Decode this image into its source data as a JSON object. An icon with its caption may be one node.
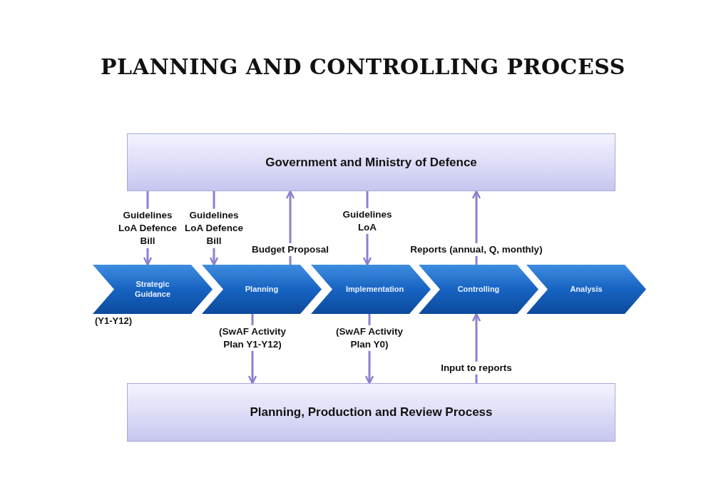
{
  "diagram": {
    "title": "PLANNING AND CONTROLLING PROCESS",
    "nodes": [
      {
        "text": [
          "Government and Ministry of Defence"
        ]
      },
      {
        "text": [
          "Strategic Guidance"
        ],
        "beside": [
          "(Y1-Y12)"
        ]
      },
      {
        "text": [
          "Planning"
        ]
      },
      {
        "text": [
          "Implementation"
        ]
      },
      {
        "text": [
          "Controlling"
        ]
      },
      {
        "text": [
          "Analysis"
        ]
      },
      {
        "text": [
          "Planning, Production and Review Process"
        ]
      }
    ],
    "edges": [
      {
        "from": 0,
        "to": 1,
        "arrow": "to",
        "label": "Guidelines LoA Defence Bill"
      },
      {
        "from": 0,
        "to": 2,
        "arrow": "to",
        "label": "Guidelines LoA Defence Bill"
      },
      {
        "from": 2,
        "to": 0,
        "arrow": "to",
        "label": "Budget Proposal"
      },
      {
        "from": 0,
        "to": 3,
        "arrow": "to",
        "label": "Guidelines LoA"
      },
      {
        "from": 4,
        "to": 0,
        "arrow": "to",
        "label": "Reports (annual, Q, monthly)"
      },
      {
        "from": 2,
        "to": 6,
        "arrow": "to",
        "label": "(SwAF Activity Plan Y1-Y12)"
      },
      {
        "from": 3,
        "to": 6,
        "arrow": "to",
        "label": "(SwAF Activity Plan Y0)"
      },
      {
        "from": 6,
        "to": 4,
        "arrow": "to",
        "label": "Input to reports"
      }
    ]
  }
}
